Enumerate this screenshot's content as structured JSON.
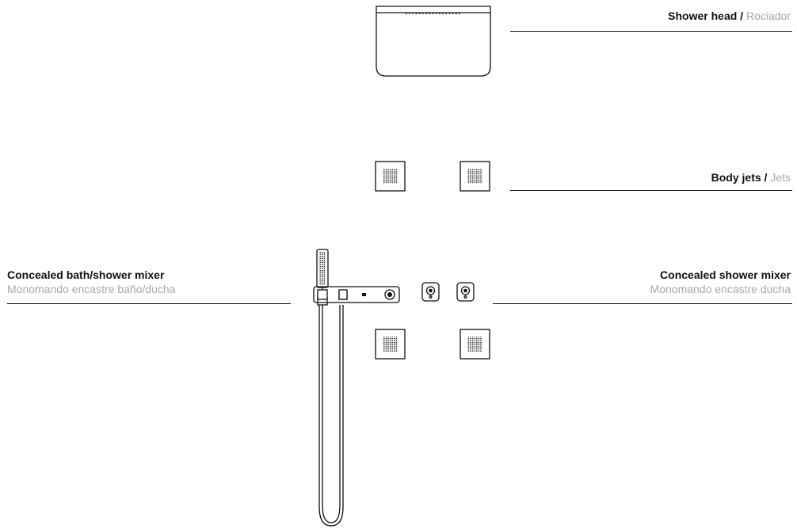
{
  "colors": {
    "line": "#111111",
    "secondary_text": "#a8a8a8",
    "background": "#ffffff"
  },
  "labels": {
    "shower_head": {
      "en": "Shower head",
      "sep": " / ",
      "es": "Rociador"
    },
    "body_jets": {
      "en": "Body jets",
      "sep": " / ",
      "es": "Jets"
    },
    "bath_mixer": {
      "en": "Concealed bath/shower mixer",
      "es": "Monomando encastre baño/ducha"
    },
    "shower_mixer": {
      "en": "Concealed shower mixer",
      "es": "Monomando encastre ducha"
    }
  },
  "components": [
    "shower-head",
    "body-jet",
    "body-jet",
    "body-jet",
    "body-jet",
    "hand-shower",
    "bath-shower-mixer-plate",
    "shower-mixer-knob",
    "shower-mixer-knob"
  ]
}
